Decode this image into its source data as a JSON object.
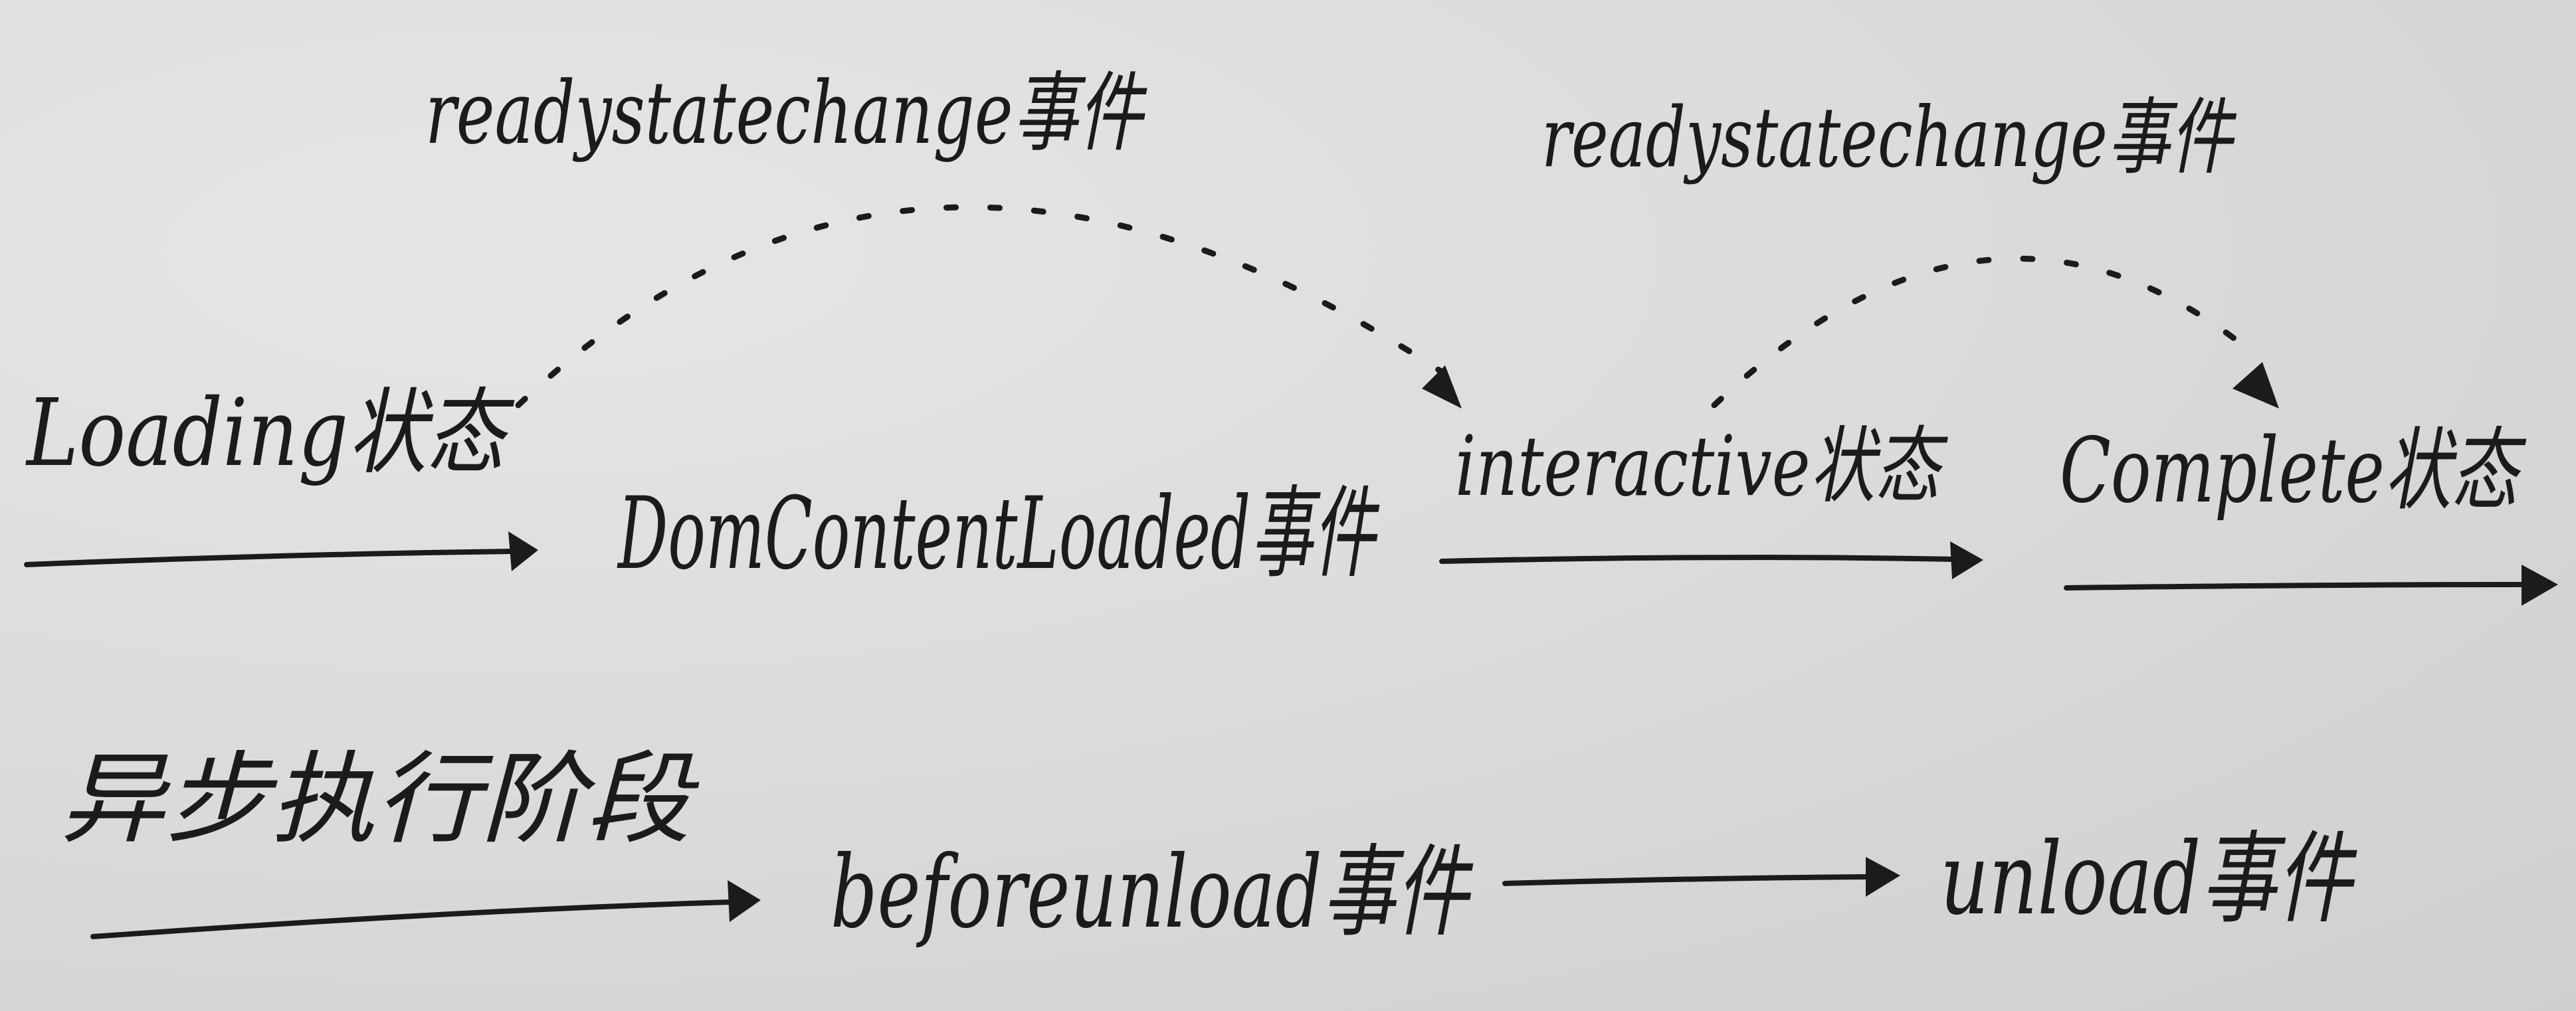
{
  "diagram": {
    "labels": {
      "rsc_event_1": "readystatechange事件",
      "rsc_event_2": "readystatechange事件",
      "loading_state": "Loading状态",
      "domcontentloaded_event": "DomContentLoaded事件",
      "interactive_state": "interactive状态",
      "complete_state": "Complete状态",
      "async_phase": "异步执行阶段",
      "beforeunload_event": "beforeunload事件",
      "unload_event": "unload事件"
    },
    "ink_color": "#1b1b1b",
    "paper_color": "#d6d6d4"
  }
}
